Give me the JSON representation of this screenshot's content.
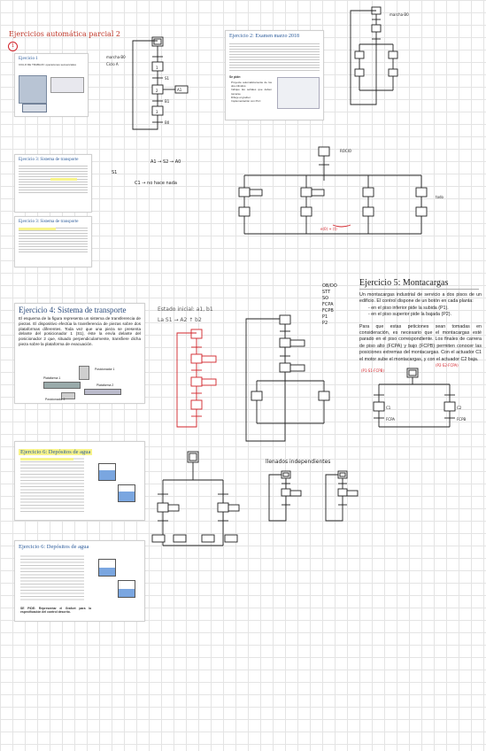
{
  "page_title_hw": "Ejercicios automática parcial 2",
  "ex1": {
    "title": "Ejercicio 1",
    "caption": "CICLO DE TRABAJO: operaciones secuenciales"
  },
  "ex2": {
    "title": "Ejercicio 2: Examen marzo 2018",
    "section": "Se pide:",
    "bullets": [
      "Proyecte automáticamente de los dos cilindros",
      "Indique las señales que deben tomarse",
      "Dibuje el grafcet",
      "Implementación con PLC"
    ]
  },
  "ex3a": {
    "title": "Ejercicio 3: Sistema de transporte"
  },
  "ex3b": {
    "title": "Ejercicio 3: Sistema de transporte"
  },
  "ex4": {
    "title": "Ejercicio 4: Sistema de transporte",
    "body": "El esquema de la figura representa un sistema de transferencia de piezas. El dispositivo efectúa la transferencia de piezas sobre dos plataformas diferentes. Toda vez que una pieza se presenta delante del posicionador 1 (S1), éste la envía delante del posicionador 2 que, situado perpendicularmente, transfiere dicha pieza sobre la plataforma de evacuación.",
    "labels": {
      "pos1": "Posicionador 1",
      "plat1": "Plataforma 1",
      "plat2": "Plataforma 2",
      "pos2": "Posicionador 2"
    },
    "hw_state": "Estado inicial: a1, b1",
    "hw_seq": "La S1 → A2 ↑ b2"
  },
  "ex5": {
    "title": "Ejercicio 5: Montacargas",
    "p1": "Un montacargas industrial de servicio a dos pisos de un edificio. El control dispone de un botón en cada planta:",
    "li1": "- en el piso inferior pide la subida (P1).",
    "li2": "- en el piso superior pide la bajada (P2).",
    "p2": "Para que estas peticiones sean tomadas en consideración, es necesario que el montacargas esté parado en el piso correspondiente. Los finales de carrera de piso alto (FCPA) y bajo (FCPB) permiten conocer las posiciones extremas del montacargas. Con el actuador C1 el motor sube el montacargas, y con el actuador C2 baja.",
    "hw_list": [
      "OB/DO",
      "STT",
      "SO",
      "FCPA",
      "FCPB",
      "P1",
      "P2"
    ]
  },
  "ex6a": {
    "title": "Ejercicio 6: Depósitos de agua"
  },
  "ex6b": {
    "title": "Ejercicio 6: Depósitos de agua",
    "foot": "SE PIDE: Representar el Grafcet para la especificación del control descrito."
  },
  "hw": {
    "llenados": "llenados independientes",
    "cond_red": "e(0) + (t)",
    "ex1_labels": [
      "marcha·B0",
      "Ciclo A",
      "A1",
      "S1",
      "B1",
      "B0",
      "3",
      "2",
      "1"
    ],
    "ex3_hw": [
      "A1 → S2 → A0",
      "S1",
      "C1 → no hace nada",
      "ROCIO",
      "todo"
    ],
    "ex5_labels": [
      "(P1·S1·FCPB)",
      "(P2·S2·FCPA)",
      "C1",
      "C2",
      "FCPA",
      "FCPB"
    ]
  },
  "colors": {
    "red": "#d2232a",
    "blue_title": "#2a5a9a",
    "highlight": "#f7f38a"
  }
}
